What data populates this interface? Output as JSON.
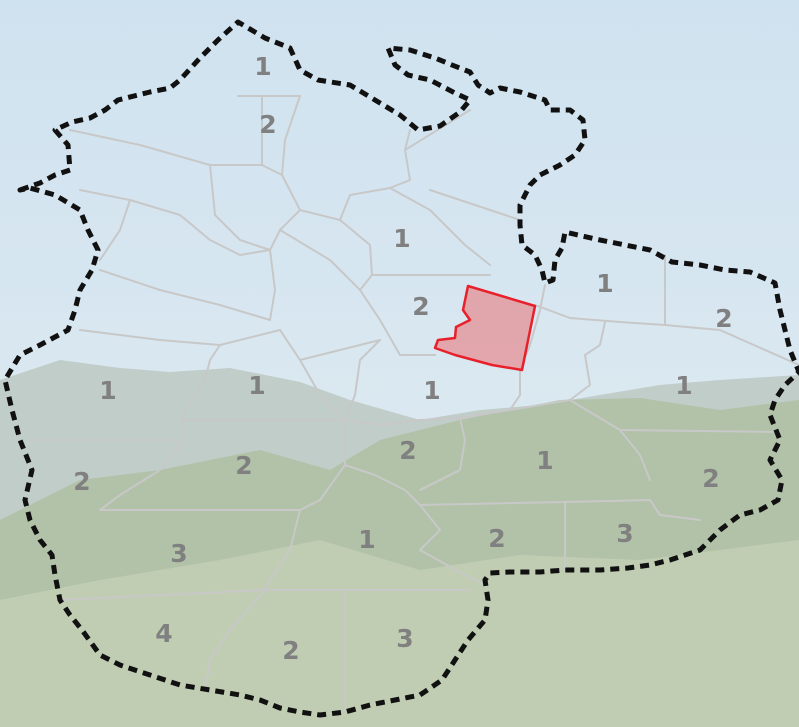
{
  "map": {
    "colors": {
      "sky_top": "#c5dcec",
      "sky_bottom": "#dde9ef",
      "mountain": "#a8b7ad",
      "forest_dark": "#9bb28b",
      "forest_light": "#b9c9a8",
      "district_line": "#c8c8c8",
      "outer_border": "#111111",
      "highlight_fill": "#e39aa0",
      "highlight_stroke": "#e8202a",
      "label": "#808080"
    },
    "labels": [
      "1",
      "2",
      "1",
      "2",
      "1",
      "2",
      "1",
      "1",
      "1",
      "1",
      "2",
      "2",
      "2",
      "1",
      "2",
      "3",
      "1",
      "2",
      "3",
      "4",
      "2",
      "3"
    ]
  }
}
